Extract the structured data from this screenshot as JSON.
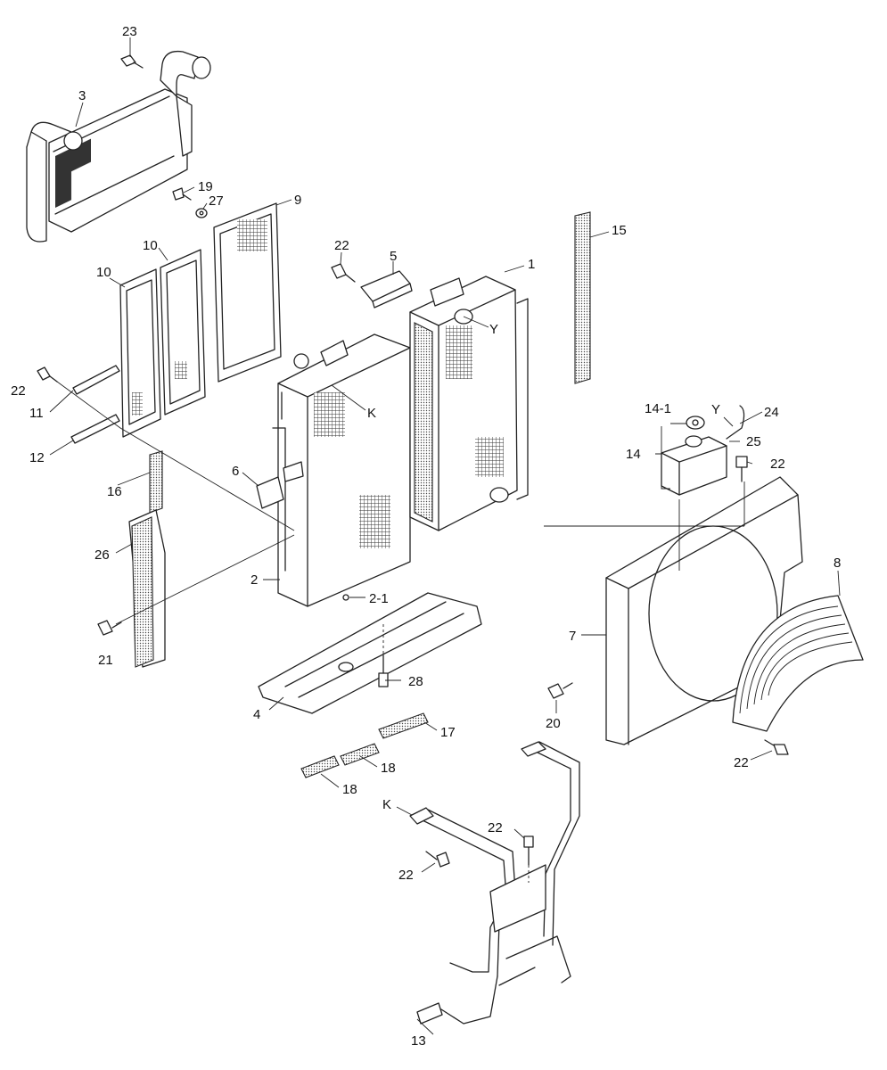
{
  "callouts": [
    {
      "id": "c23",
      "label": "23"
    },
    {
      "id": "c3",
      "label": "3"
    },
    {
      "id": "c19",
      "label": "19"
    },
    {
      "id": "c27",
      "label": "27"
    },
    {
      "id": "c9",
      "label": "9"
    },
    {
      "id": "c10a",
      "label": "10"
    },
    {
      "id": "c10b",
      "label": "10"
    },
    {
      "id": "c22a",
      "label": "22"
    },
    {
      "id": "c5",
      "label": "5"
    },
    {
      "id": "c1",
      "label": "1"
    },
    {
      "id": "c15",
      "label": "15"
    },
    {
      "id": "cY1",
      "label": "Y"
    },
    {
      "id": "cK1",
      "label": "K"
    },
    {
      "id": "c22b",
      "label": "22"
    },
    {
      "id": "c11",
      "label": "11"
    },
    {
      "id": "c12",
      "label": "12"
    },
    {
      "id": "c6",
      "label": "6"
    },
    {
      "id": "c16",
      "label": "16"
    },
    {
      "id": "c26",
      "label": "26"
    },
    {
      "id": "c2",
      "label": "2"
    },
    {
      "id": "c21",
      "label": "21"
    },
    {
      "id": "c2-1",
      "label": "2-1"
    },
    {
      "id": "c14-1",
      "label": "14-1"
    },
    {
      "id": "cY2",
      "label": "Y"
    },
    {
      "id": "c24",
      "label": "24"
    },
    {
      "id": "c25",
      "label": "25"
    },
    {
      "id": "c14",
      "label": "14"
    },
    {
      "id": "c22c",
      "label": "22"
    },
    {
      "id": "c8",
      "label": "8"
    },
    {
      "id": "c7",
      "label": "7"
    },
    {
      "id": "c28",
      "label": "28"
    },
    {
      "id": "c4",
      "label": "4"
    },
    {
      "id": "c20",
      "label": "20"
    },
    {
      "id": "c17",
      "label": "17"
    },
    {
      "id": "c18a",
      "label": "18"
    },
    {
      "id": "c18b",
      "label": "18"
    },
    {
      "id": "c22d",
      "label": "22"
    },
    {
      "id": "cK2",
      "label": "K"
    },
    {
      "id": "c22e",
      "label": "22"
    },
    {
      "id": "c22f",
      "label": "22"
    },
    {
      "id": "c13",
      "label": "13"
    }
  ]
}
